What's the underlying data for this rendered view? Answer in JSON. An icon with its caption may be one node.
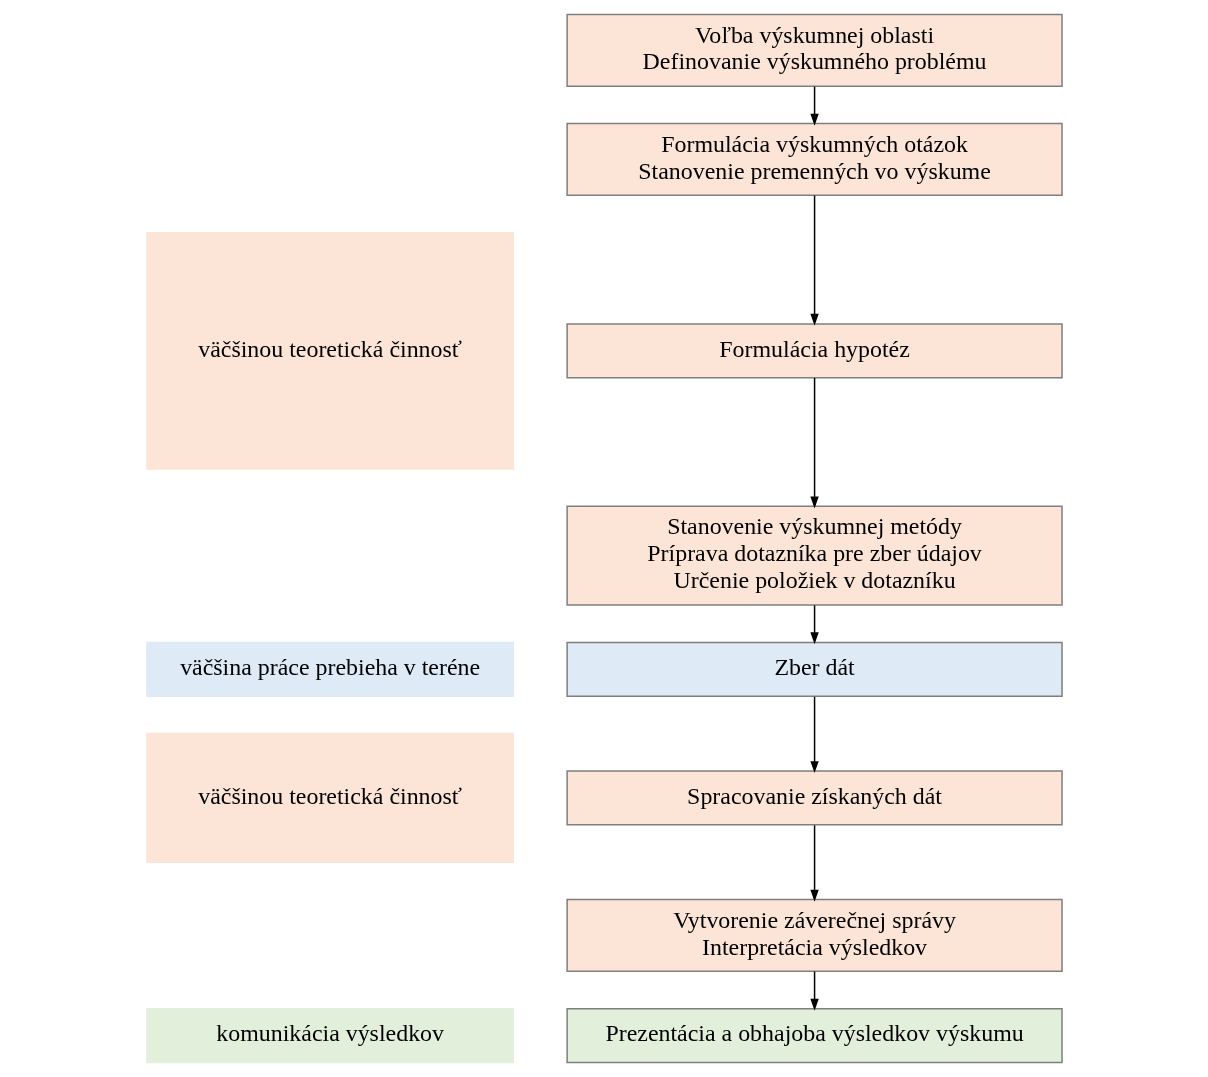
{
  "diagram": {
    "nodes": [
      {
        "text": [
          "väčšinou teoretická činnosť"
        ]
      },
      {
        "text": [
          "Voľba výskumnej oblasti",
          "Definovanie výskumného problému"
        ]
      },
      {
        "text": [
          "Formulácia výskumných otázok",
          "Stanovenie premenných vo výskume"
        ]
      },
      {
        "text": [
          "Formulácia hypotéz"
        ]
      },
      {
        "text": [
          "Stanovenie výskumnej metódy",
          "Príprava dotazníka pre zber údajov",
          "Určenie položiek v dotazníku"
        ]
      },
      {
        "text": [
          "väčšina práce prebieha v teréne"
        ]
      },
      {
        "text": [
          "Zber dát"
        ]
      },
      {
        "text": [
          "väčšinou teoretická činnosť"
        ]
      },
      {
        "text": [
          "Spracovanie získaných dát"
        ]
      },
      {
        "text": [
          "Vytvorenie záverečnej správy",
          "Interpretácia výsledkov"
        ]
      },
      {
        "text": [
          "komunikácia výsledkov"
        ]
      },
      {
        "text": [
          "Prezentácia a obhajoba výsledkov výskumu"
        ]
      }
    ],
    "edges": [
      {
        "from": 1,
        "to": 2,
        "arrow": "to"
      },
      {
        "from": 2,
        "to": 3,
        "arrow": "to"
      },
      {
        "from": 3,
        "to": 4,
        "arrow": "to"
      },
      {
        "from": 4,
        "to": 6,
        "arrow": "to"
      },
      {
        "from": 6,
        "to": 8,
        "arrow": "to"
      },
      {
        "from": 8,
        "to": 9,
        "arrow": "to"
      },
      {
        "from": 9,
        "to": 11,
        "arrow": "to"
      }
    ]
  }
}
